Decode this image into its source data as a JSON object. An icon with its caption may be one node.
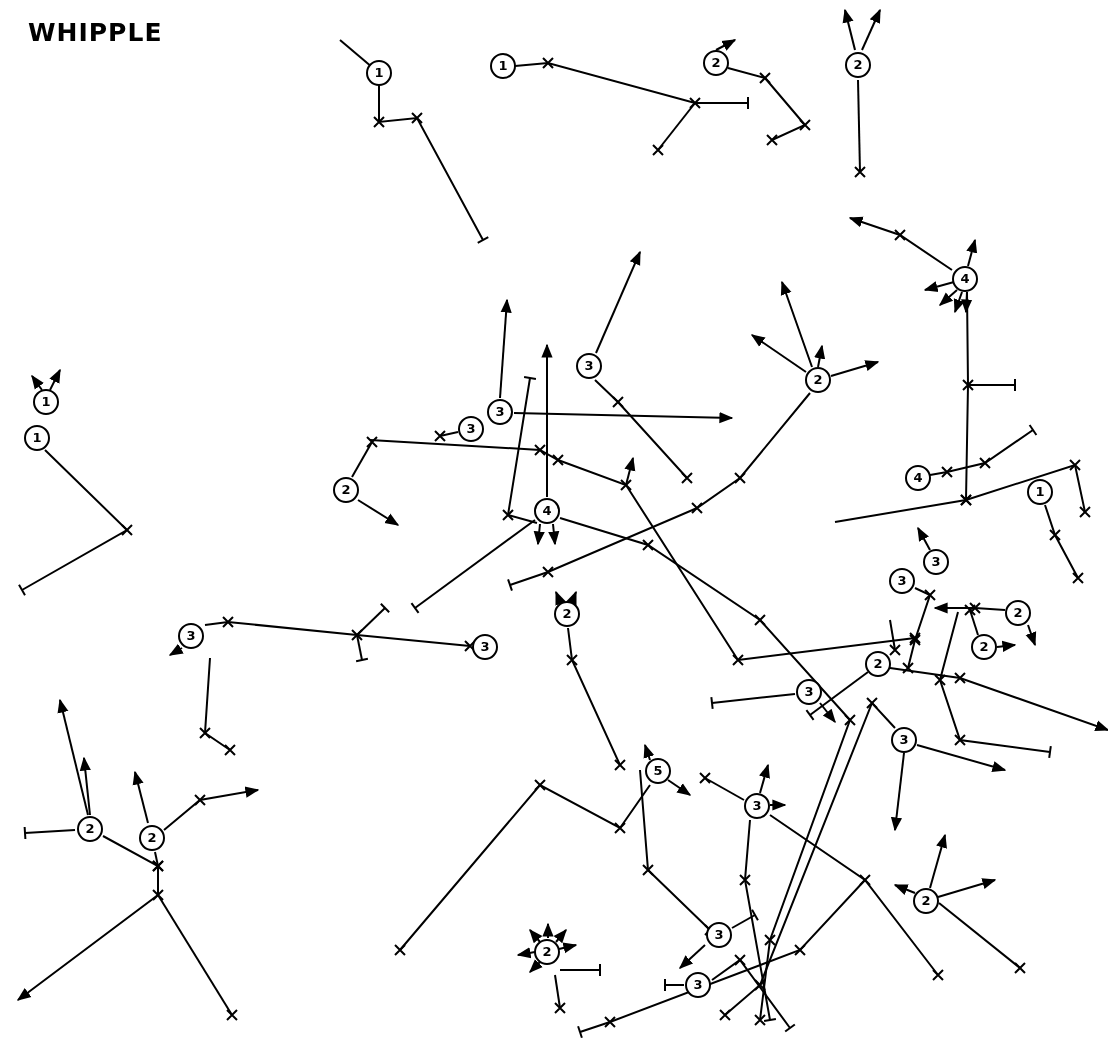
{
  "diagram": {
    "title": "WHIPPLE",
    "labels": [
      "1",
      "1",
      "2",
      "2",
      "4",
      "3",
      "2",
      "1",
      "3",
      "3",
      "1",
      "4",
      "2",
      "1",
      "4",
      "3",
      "3",
      "2",
      "2",
      "3",
      "3",
      "2",
      "2",
      "3",
      "3",
      "5",
      "3",
      "2",
      "2",
      "2",
      "3",
      "2",
      "3"
    ]
  }
}
